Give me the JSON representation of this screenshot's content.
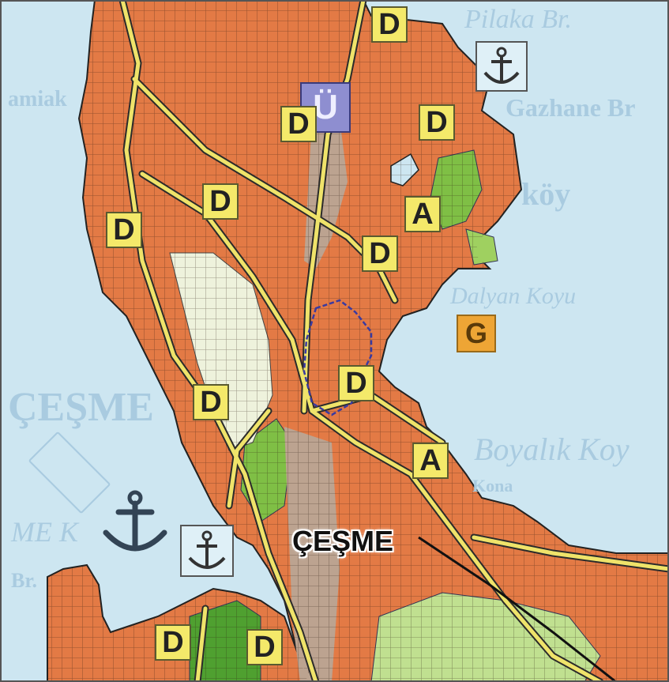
{
  "water_labels": [
    {
      "id": "pilaka",
      "text": "Pilaka Br."
    },
    {
      "id": "gazhane",
      "text": "Gazhane Br"
    },
    {
      "id": "ilica",
      "text": "köy"
    },
    {
      "id": "dalyan",
      "text": "Dalyan Koyu"
    },
    {
      "id": "boyalik",
      "text": "Boyalık Koy"
    },
    {
      "id": "kesme",
      "text": "ÇEŞME"
    },
    {
      "id": "kamiak",
      "text": "amiak"
    },
    {
      "id": "mekap",
      "text": "ME K"
    },
    {
      "id": "kone",
      "text": "Kona"
    },
    {
      "id": "br",
      "text": "Br."
    }
  ],
  "town_label": "ÇEŞME",
  "zone_markers": [
    {
      "code": "D",
      "kind": "standard"
    },
    {
      "code": "Ü",
      "kind": "special"
    },
    {
      "code": "D",
      "kind": "standard"
    },
    {
      "code": "D",
      "kind": "standard"
    },
    {
      "code": "D",
      "kind": "standard"
    },
    {
      "code": "D",
      "kind": "standard"
    },
    {
      "code": "A",
      "kind": "standard"
    },
    {
      "code": "D",
      "kind": "standard"
    },
    {
      "code": "G",
      "kind": "orange"
    },
    {
      "code": "D",
      "kind": "standard"
    },
    {
      "code": "D",
      "kind": "standard"
    },
    {
      "code": "A",
      "kind": "standard"
    },
    {
      "code": "D",
      "kind": "standard"
    },
    {
      "code": "D",
      "kind": "standard"
    }
  ],
  "port_symbols": [
    "anchor-icon",
    "anchor-icon",
    "anchor-icon"
  ],
  "colors": {
    "sea": "#cde6f1",
    "settlement": "#e37a45",
    "agriculture": "#7fbf45",
    "roads": "#efe36a",
    "protected": "#bca390"
  }
}
